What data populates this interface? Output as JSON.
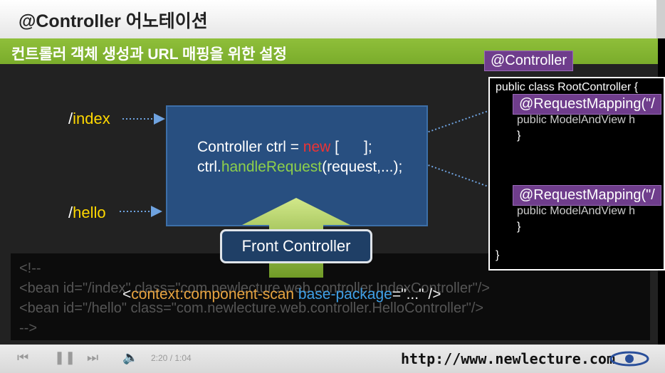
{
  "header": {
    "title": "@Controller 어노테이션"
  },
  "subheader": {
    "title": "컨트롤러 객체 생성과 URL 매핑을 위한 설정"
  },
  "urls": [
    {
      "slash": "/",
      "name": "index"
    },
    {
      "slash": "/",
      "name": "hello"
    }
  ],
  "code_box": {
    "line1_pre": "Controller ctrl = ",
    "line1_new": "new",
    "line1_post": " [      ];",
    "line2_pre": "ctrl.",
    "line2_method": "handleRequest",
    "line2_post": "(request,...);"
  },
  "front_controller": {
    "label": "Front Controller"
  },
  "config": {
    "comment_open": "<!--",
    "bean1": "<bean id=\"/index\" class=\"com.newlecture.web.controller.IndexController\"/>",
    "bean2": "<bean id=\"/hello\" class=\"com.newlecture.web.controller.HelloController\"/>",
    "comment_close": "-->",
    "scan_open": "<",
    "scan_ns": "context",
    "scan_colon": ":component-scan ",
    "scan_attr": "base-package",
    "scan_val": "=\"...\" />"
  },
  "root_controller": {
    "annotation": "@Controller",
    "class_line": "public class RootController {",
    "mapping1": "@RequestMapping(\"/",
    "method1": "public ModelAndView h",
    "close1": "}",
    "mapping2": "@RequestMapping(\"/",
    "method2": "public ModelAndView h",
    "close2": "}",
    "close_class": "}"
  },
  "footer": {
    "site": "http://www.newlecture.com",
    "time": "2:20 / 1:04"
  },
  "colors": {
    "green_bar": "#7aac2b",
    "box_blue": "#284f80",
    "tag_purple": "#6f3d8c",
    "url_yellow": "#ffd800",
    "new_red": "#e33333",
    "method_green": "#8ed04a"
  }
}
